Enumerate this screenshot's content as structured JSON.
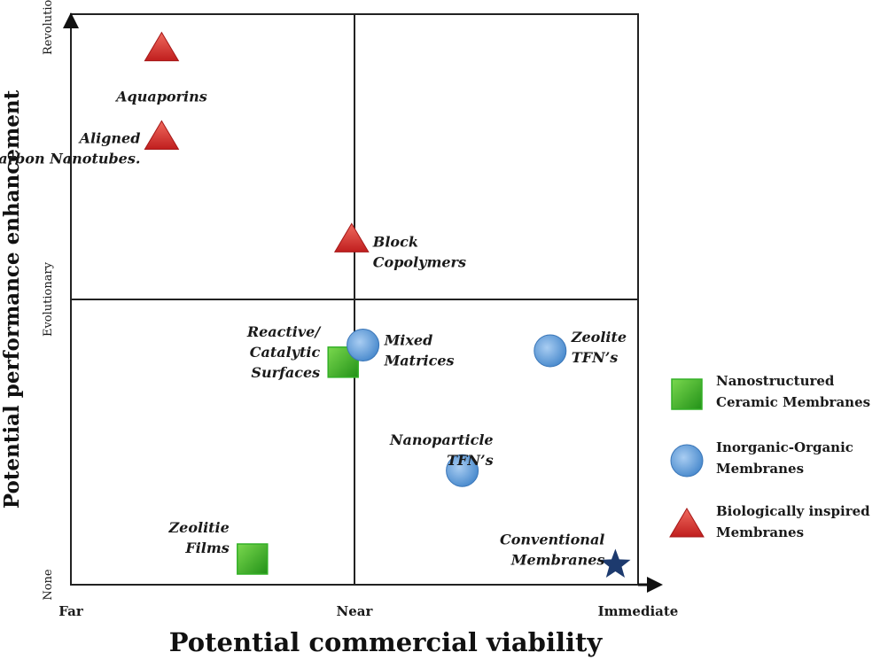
{
  "chart_data": {
    "type": "scatter",
    "xlabel": "Potential commercial viability",
    "ylabel": "Potential performance enhancement",
    "x_ticks": [
      "Far",
      "Near",
      "Immediate"
    ],
    "y_ticks": [
      "None",
      "Evolutionary",
      "Revolutionary"
    ],
    "xlim": [
      0,
      2
    ],
    "ylim": [
      0,
      2
    ],
    "quadrant_divider": {
      "x": 1,
      "y": 1
    },
    "colors": {
      "square": "#33b027",
      "circle": "#5a9ad8",
      "triangle": "#d42c2c",
      "star": "#1d3a6e"
    },
    "series": [
      {
        "name": "Nanostructured Ceramic Membranes",
        "marker": "square",
        "points": [
          {
            "label": [
              "Reactive/",
              "Catalytic",
              "Surfaces"
            ],
            "x": 0.96,
            "y": 0.78
          },
          {
            "label": [
              "Zeolitie",
              "Films"
            ],
            "x": 0.64,
            "y": 0.09
          }
        ]
      },
      {
        "name": "Inorganic-Organic Membranes",
        "marker": "circle",
        "points": [
          {
            "label": [
              "Mixed",
              "Matrices"
            ],
            "x": 1.03,
            "y": 0.84
          },
          {
            "label": [
              "Zeolite",
              "TFN’s"
            ],
            "x": 1.69,
            "y": 0.82
          },
          {
            "label": [
              "Nanoparticle",
              "TFN’s"
            ],
            "x": 1.38,
            "y": 0.4
          }
        ]
      },
      {
        "name": "Biologically inspired Membranes",
        "marker": "triangle",
        "points": [
          {
            "label": [
              "Aquaporins"
            ],
            "x": 0.32,
            "y": 1.88
          },
          {
            "label": [
              "Aligned",
              "Carbon Nanotubes."
            ],
            "x": 0.32,
            "y": 1.57
          },
          {
            "label": [
              "Block",
              "Copolymers"
            ],
            "x": 0.99,
            "y": 1.21
          }
        ]
      },
      {
        "marker": "star",
        "points": [
          {
            "label": [
              "Conventional",
              "Membranes"
            ],
            "x": 1.92,
            "y": 0.07
          }
        ]
      }
    ],
    "legend": [
      {
        "marker": "square",
        "lines": [
          "Nanostructured",
          "Ceramic Membranes"
        ]
      },
      {
        "marker": "circle",
        "lines": [
          "Inorganic-Organic",
          "Membranes"
        ]
      },
      {
        "marker": "triangle",
        "lines": [
          "Biologically inspired",
          "Membranes"
        ]
      }
    ],
    "legend_position": "right"
  }
}
